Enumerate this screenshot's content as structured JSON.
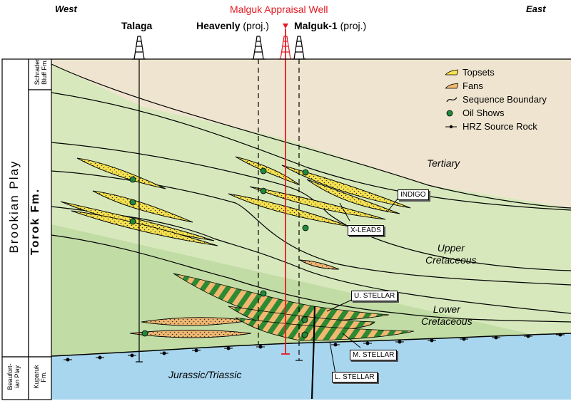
{
  "directions": {
    "west": "West",
    "east": "East"
  },
  "wells": {
    "talaga": "Talaga",
    "heavenly": "Heavenly",
    "heavenly_suffix": "(proj.)",
    "appraisal": "Malguk Appraisal Well",
    "malguk1": "Malguk-1",
    "malguk1_suffix": "(proj.)"
  },
  "legend": [
    {
      "symbol": "topsets",
      "label": "Topsets"
    },
    {
      "symbol": "fans",
      "label": "Fans"
    },
    {
      "symbol": "sequence-boundary",
      "label": "Sequence Boundary"
    },
    {
      "symbol": "oil-show",
      "label": "Oil Shows"
    },
    {
      "symbol": "hrz",
      "label": "HRZ Source Rock"
    }
  ],
  "ages": {
    "tertiary": "Tertiary",
    "upper_cretaceous_1": "Upper",
    "upper_cretaceous_2": "Cretaceous",
    "lower_cretaceous_1": "Lower",
    "lower_cretaceous_2": "Cretaceous",
    "jurassic": "Jurassic/Triassic"
  },
  "callouts": {
    "indigo": "INDIGO",
    "xleads": "X-LEADS",
    "ustellar": "U. STELLAR",
    "mstellar": "M. STELLAR",
    "lstellar": "L. STELLAR"
  },
  "column": {
    "brookian": "Brookian Play",
    "torok": "Torok Fm.",
    "schrader_1": "Schrader",
    "schrader_2": "Bluff Fm.",
    "beaufort_1": "Beaufort-",
    "beaufort_2": "ian Play",
    "kuparuk_1": "Kuparuk",
    "kuparuk_2": "Fm."
  },
  "colors": {
    "tertiary": "#efe4cf",
    "upper": "#d7e9bc",
    "lower": "#c1dca4",
    "jurassic": "#a9d6ef",
    "fan": "#f2b871",
    "topset": "#f7e34f",
    "stellar_green": "#2e8a32",
    "oil": "#1f8a3b",
    "appraisal": "#e31b23"
  }
}
